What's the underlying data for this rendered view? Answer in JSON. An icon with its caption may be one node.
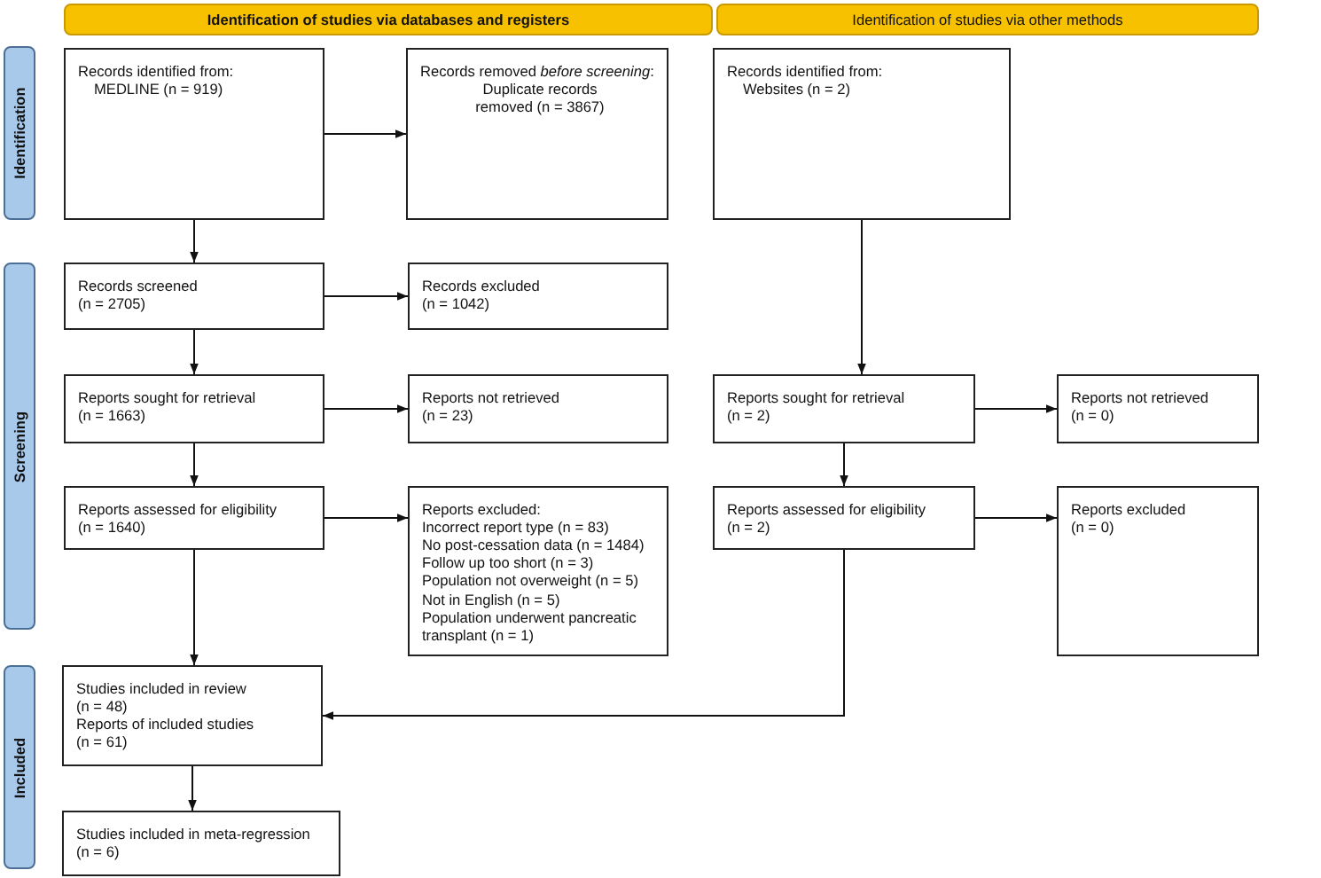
{
  "diagram": {
    "nodes": [
      {
        "text": [
          "Identification of studies via databases and registers"
        ]
      },
      {
        "text": [
          "Identification of studies via other methods"
        ]
      },
      {
        "text": [
          "Identification"
        ]
      },
      {
        "text": [
          "Screening"
        ]
      },
      {
        "text": [
          "Included"
        ]
      },
      {
        "text": [
          "Records identified from:",
          "MEDLINE (n = 919)"
        ]
      },
      {
        "text": [
          "Records removed *before screening*:",
          "Duplicate records removed (n = 3867)"
        ]
      },
      {
        "text": [
          "Records identified from:",
          "Websites (n = 2)"
        ]
      },
      {
        "text": [
          "Records screened",
          "(n = 2705)"
        ]
      },
      {
        "text": [
          "Records excluded",
          "(n = 1042)"
        ]
      },
      {
        "text": [
          "Reports sought for retrieval",
          "(n = 1663)"
        ]
      },
      {
        "text": [
          "Reports not retrieved",
          "(n = 23)"
        ]
      },
      {
        "text": [
          "Reports sought for retrieval",
          "(n = 2)"
        ]
      },
      {
        "text": [
          "Reports not retrieved",
          "(n = 0)"
        ]
      },
      {
        "text": [
          "Reports assessed for eligibility",
          "(n = 1640)"
        ]
      },
      {
        "text": [
          "Reports excluded:",
          "Incorrect report type (n = 83)",
          "No post-cessation data (n = 1484)",
          "Follow up too short (n = 3)",
          "Population not overweight (n = 5)",
          "Not in English (n = 5)",
          "Population underwent pancreatic transplant (n = 1)"
        ]
      },
      {
        "text": [
          "Reports assessed for eligibility",
          "(n = 2)"
        ]
      },
      {
        "text": [
          "Reports excluded",
          "(n = 0)"
        ]
      },
      {
        "text": [
          "Studies included in review",
          "(n = 48)",
          "Reports of included studies",
          "(n = 61)"
        ]
      },
      {
        "text": [
          "Studies included in meta-regression",
          "(n = 6)"
        ]
      }
    ],
    "edges": [
      {
        "from": 5,
        "to": 6,
        "arrow": "to"
      },
      {
        "from": 5,
        "to": 8,
        "arrow": "to"
      },
      {
        "from": 8,
        "to": 9,
        "arrow": "to"
      },
      {
        "from": 8,
        "to": 10,
        "arrow": "to"
      },
      {
        "from": 10,
        "to": 11,
        "arrow": "to"
      },
      {
        "from": 10,
        "to": 14,
        "arrow": "to"
      },
      {
        "from": 14,
        "to": 15,
        "arrow": "to"
      },
      {
        "from": 14,
        "to": 18,
        "arrow": "to"
      },
      {
        "from": 7,
        "to": 12,
        "arrow": "to"
      },
      {
        "from": 12,
        "to": 13,
        "arrow": "to"
      },
      {
        "from": 12,
        "to": 16,
        "arrow": "to"
      },
      {
        "from": 16,
        "to": 17,
        "arrow": "to"
      },
      {
        "from": 16,
        "to": 18,
        "arrow": "to"
      },
      {
        "from": 18,
        "to": 19,
        "arrow": "to"
      }
    ]
  }
}
